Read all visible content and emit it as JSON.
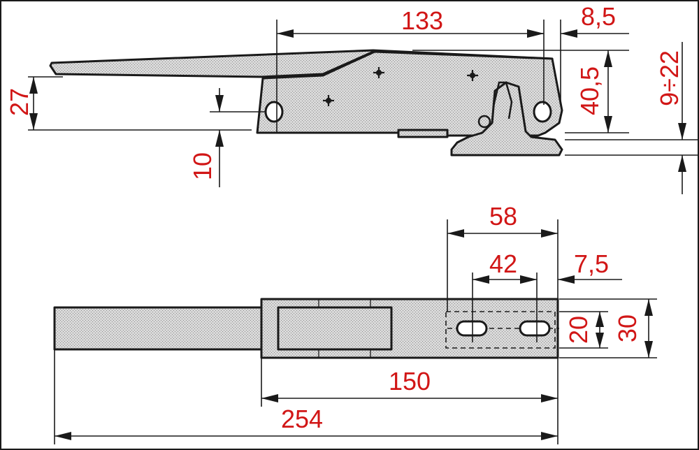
{
  "drawing": {
    "side_view": {
      "dim_length_between_holes": "133",
      "dim_hole_to_end": "8,5",
      "dim_body_height": "40,5",
      "dim_adjust_range": "9÷22",
      "dim_handle_height": "27",
      "dim_hole_offset": "10"
    },
    "top_view": {
      "dim_strike_length": "58",
      "dim_slot_spacing": "42",
      "dim_slot_to_end": "7,5",
      "dim_slot_width": "20",
      "dim_strike_width": "30",
      "dim_body_length": "150",
      "dim_total_length": "254"
    }
  }
}
